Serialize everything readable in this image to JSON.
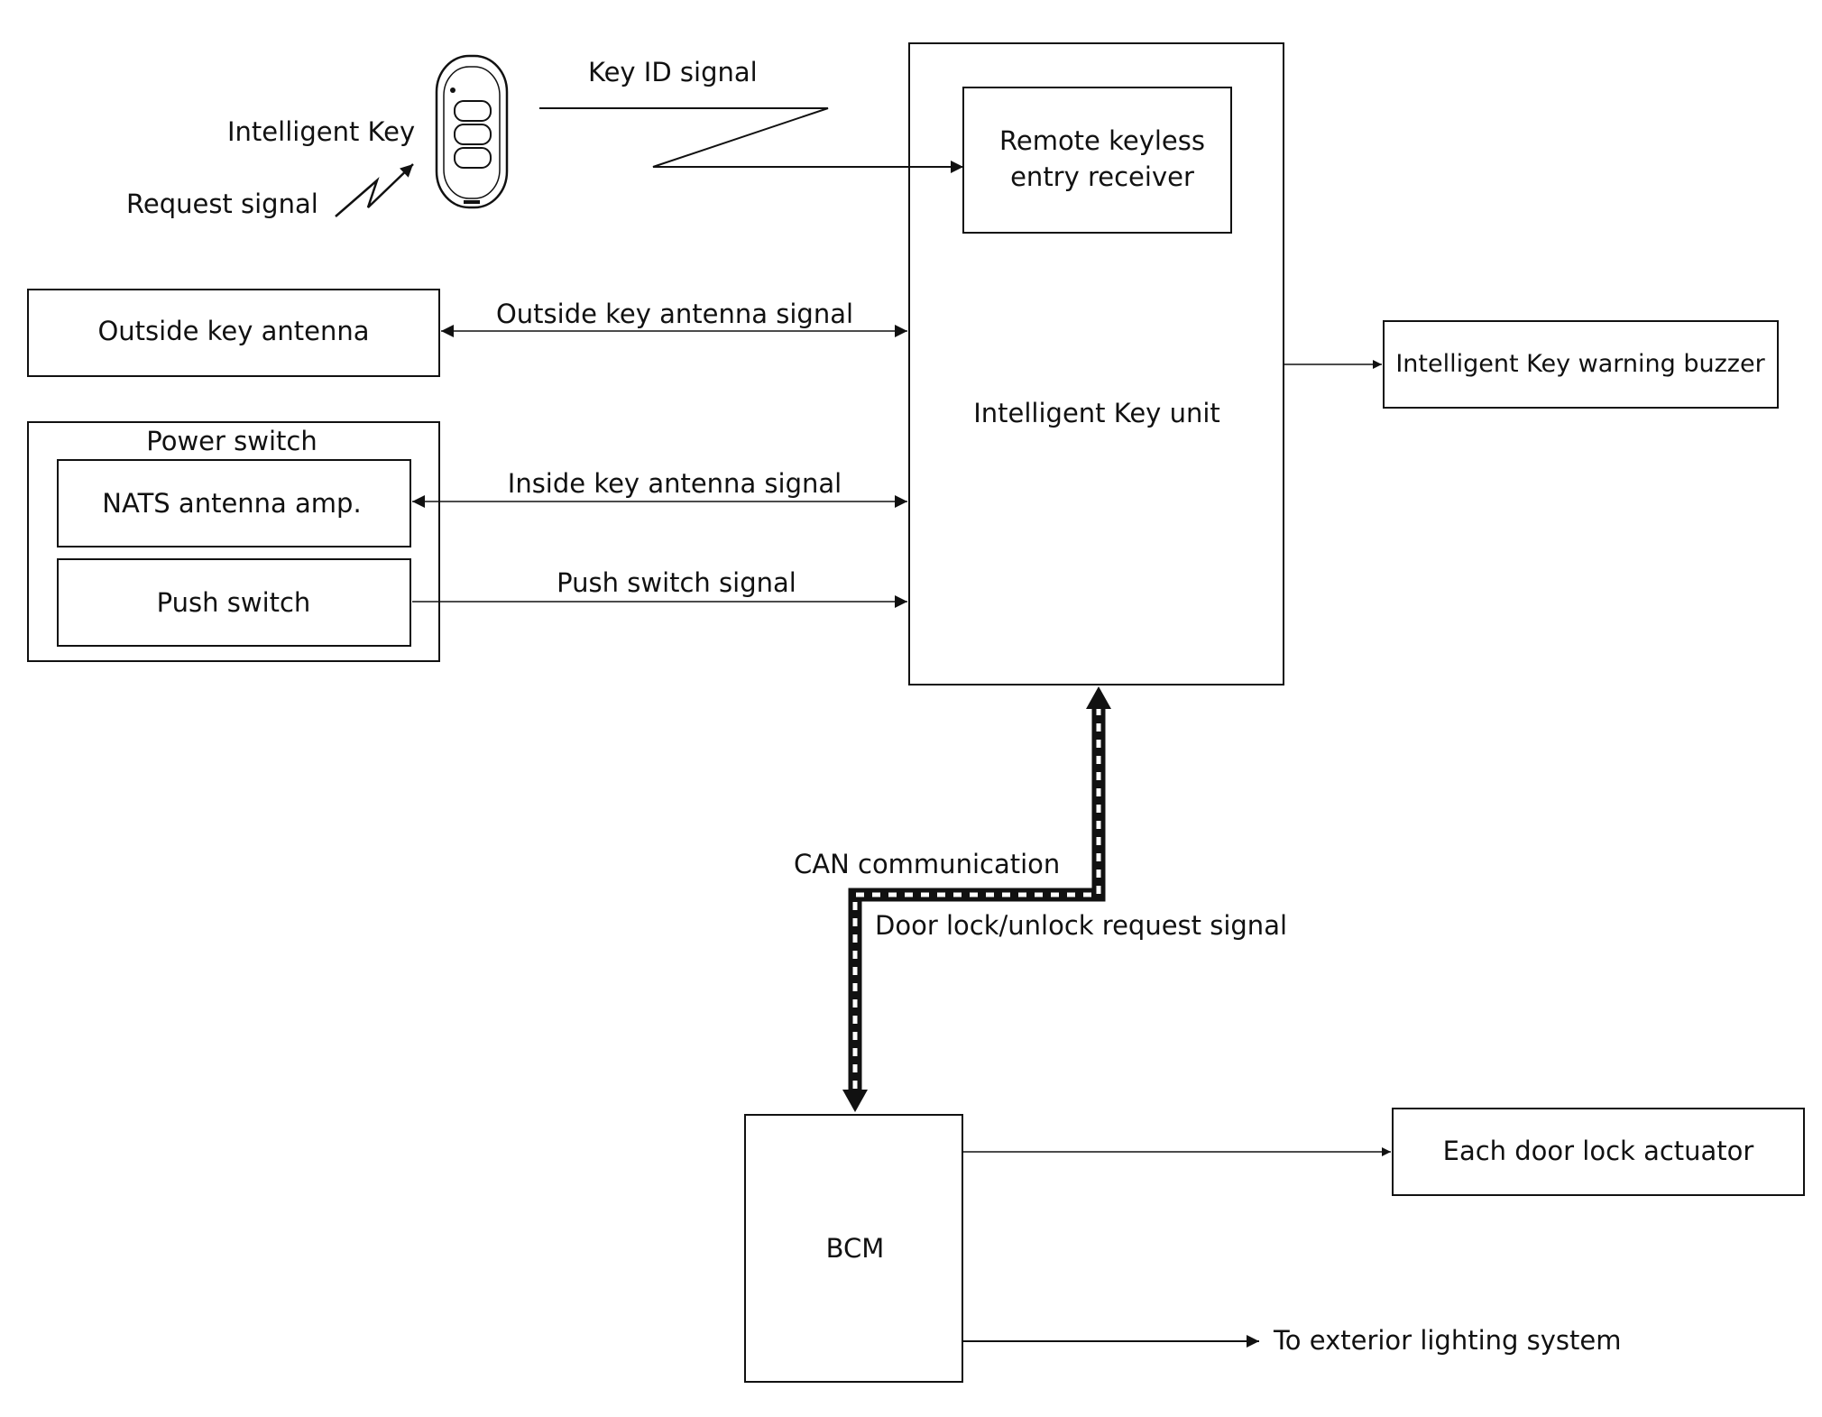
{
  "diagram": {
    "key_id_signal": "Key ID signal",
    "intelligent_key": "Intelligent Key",
    "request_signal": "Request signal",
    "remote_receiver": [
      "Remote keyless",
      "entry receiver"
    ],
    "outside_key_antenna": "Outside key antenna",
    "outside_key_antenna_signal": "Outside key antenna signal",
    "intelligent_key_unit": "Intelligent Key unit",
    "warning_buzzer": "Intelligent Key warning buzzer",
    "power_switch": "Power switch",
    "nats_antenna_amp": "NATS antenna amp.",
    "inside_key_antenna_signal": "Inside key antenna signal",
    "push_switch": "Push switch",
    "push_switch_signal": "Push switch signal",
    "can_communication": "CAN communication",
    "door_lock_request_signal": "Door lock/unlock request signal",
    "bcm": "BCM",
    "each_door_lock_actuator": "Each door lock actuator",
    "to_exterior_lighting": "To exterior lighting system"
  },
  "colors": {
    "line": "#111111",
    "background": "#ffffff"
  }
}
